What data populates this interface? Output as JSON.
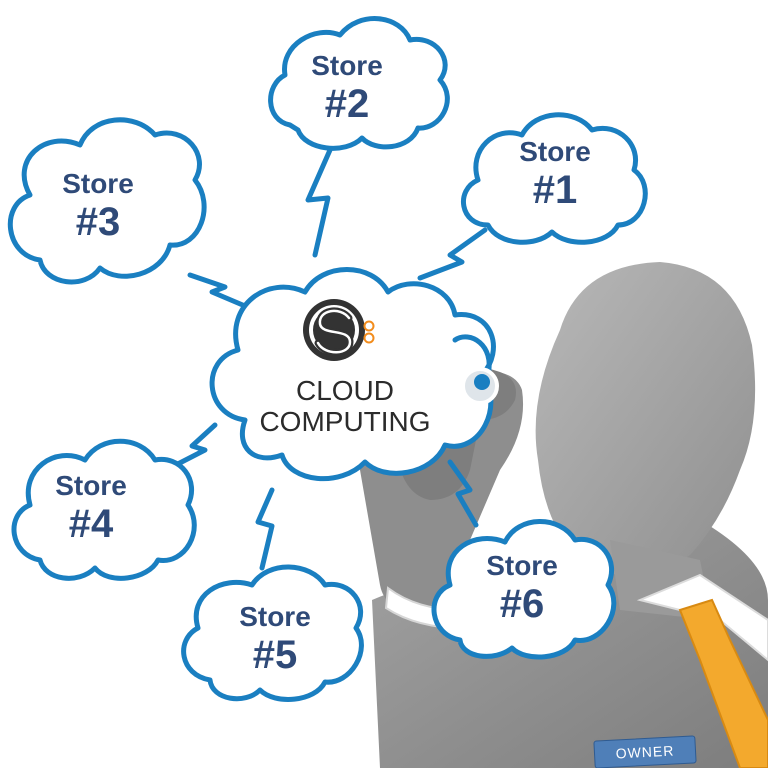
{
  "diagram": {
    "center": {
      "line1": "CLOUD",
      "line2": "COMPUTING",
      "logo_icon": "sos-logo-icon"
    },
    "stores": [
      {
        "word": "Store",
        "number": "#1"
      },
      {
        "word": "Store",
        "number": "#2"
      },
      {
        "word": "Store",
        "number": "#3"
      },
      {
        "word": "Store",
        "number": "#4"
      },
      {
        "word": "Store",
        "number": "#5"
      },
      {
        "word": "Store",
        "number": "#6"
      }
    ],
    "person": {
      "badge": "OWNER"
    }
  },
  "colors": {
    "cloud_stroke": "#1a7fc1",
    "store_text": "#2f4a78",
    "center_text": "#2b2b2b",
    "silhouette": "#8c8c8c",
    "tie": "#f3a92d",
    "badge": "#4f7fb8",
    "logo_accent": "#f28c1c"
  }
}
